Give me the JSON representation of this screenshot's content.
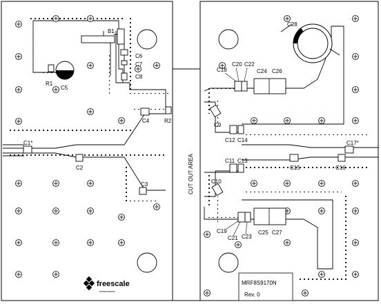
{
  "board": {
    "part_number": "MRF8S9170N",
    "revision": "Rev. 0",
    "cut_out_text": "CUT OUT AREA",
    "logo_text": "freescale",
    "logo_tagline": "semiconductor"
  },
  "components": {
    "B1": "B1",
    "R1": "R1",
    "C5": "C5",
    "C6": "C6",
    "C7": "C7",
    "C8": "C8",
    "C4": "C4",
    "R2": "R2",
    "C1": "C1*",
    "C2": "C2",
    "C3": "C3",
    "C28": "C28",
    "C18": "C18",
    "C20": "C20",
    "C22": "C22",
    "C24": "C24",
    "C26": "C26",
    "C9": "C9",
    "C12": "C12",
    "C14": "C14",
    "C17": "C17*",
    "C16": "C16",
    "C15": "C15",
    "C11": "C11",
    "C13": "C13",
    "C10": "C10",
    "C19": "C19",
    "C21": "C21",
    "C23": "C23",
    "C25": "C25",
    "C27": "C27"
  }
}
